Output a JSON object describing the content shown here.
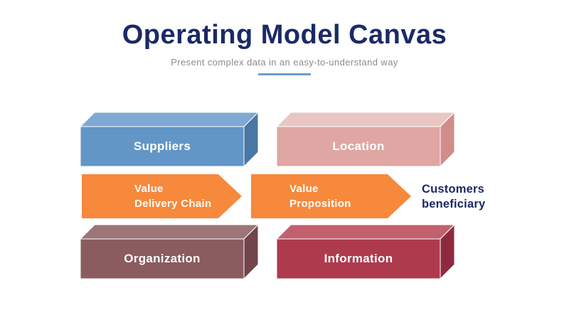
{
  "header": {
    "title": "Operating Model Canvas",
    "subtitle": "Present complex data in an easy-to-understand way"
  },
  "colors": {
    "title_navy": "#1b2a66",
    "subtitle_gray": "#8b8b8b",
    "underline_blue": "#6d9fcc",
    "arrow_orange": "#f6893c",
    "label_white": "#ffffff",
    "background": "#ffffff"
  },
  "boxes": [
    {
      "label": "Suppliers",
      "colors": {
        "front": "#6296c6",
        "top": "#7fa8d2",
        "side": "#4a77a3"
      }
    },
    {
      "label": "Location",
      "colors": {
        "front": "#dfa6a3",
        "top": "#e9c6c3",
        "side": "#d08d8a"
      }
    },
    {
      "label": "Organization",
      "colors": {
        "front": "#8a5b5f",
        "top": "#9d7478",
        "side": "#714549"
      }
    },
    {
      "label": "Information",
      "colors": {
        "front": "#ae3a4d",
        "top": "#c2606e",
        "side": "#8f2a3e"
      }
    }
  ],
  "arrows": [
    {
      "lines": [
        "Value",
        "Delivery Chain"
      ],
      "color": "#f6893c"
    },
    {
      "lines": [
        "Value",
        "Proposition"
      ],
      "color": "#f6893c"
    }
  ],
  "side_text": {
    "lines": [
      "Customers",
      "beneficiary"
    ],
    "color": "#1b2a66"
  }
}
